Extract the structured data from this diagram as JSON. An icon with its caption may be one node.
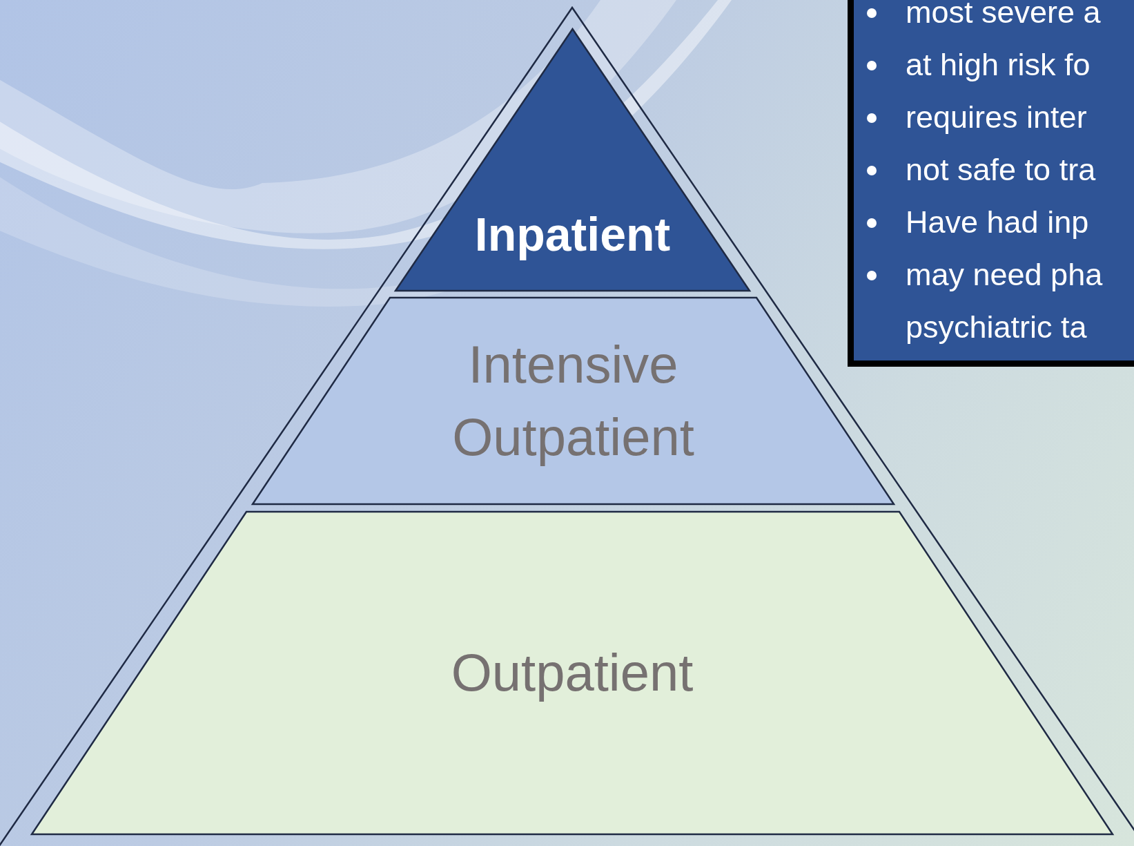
{
  "diagram": {
    "nodes": [
      {
        "text": [
          "Inpatient"
        ]
      },
      {
        "text": [
          "Intensive Outpatient"
        ]
      },
      {
        "text": [
          "Outpatient"
        ]
      },
      {
        "text": [
          "most severe a",
          "at high risk fo",
          "requires inter",
          "not safe to tra",
          "Have had inp",
          "may need pha psychiatric ta"
        ]
      }
    ]
  }
}
